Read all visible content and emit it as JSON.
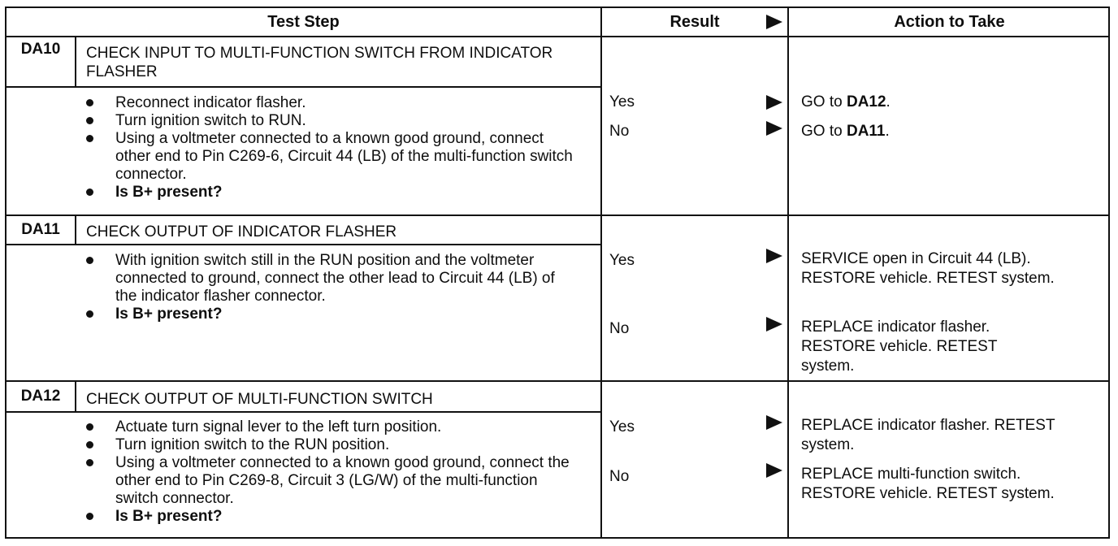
{
  "header": {
    "test_step": "Test Step",
    "result": "Result",
    "action": "Action to Take"
  },
  "steps": [
    {
      "id": "DA10",
      "title": "CHECK INPUT TO MULTI-FUNCTION SWITCH FROM INDICATOR FLASHER",
      "bullets": [
        "Reconnect indicator flasher.",
        "Turn ignition switch to RUN.",
        "Using a voltmeter connected to a known good ground, connect other end to Pin C269-6, Circuit 44 (LB) of the multi-function switch connector.",
        "Is B+ present?"
      ],
      "results": [
        {
          "label": "Yes",
          "action_prefix": "GO to ",
          "action_bold": "DA12",
          "action_suffix": "."
        },
        {
          "label": "No",
          "action_prefix": "GO to ",
          "action_bold": "DA11",
          "action_suffix": "."
        }
      ]
    },
    {
      "id": "DA11",
      "title": "CHECK OUTPUT OF INDICATOR FLASHER",
      "bullets": [
        "With ignition switch still in the RUN position and the voltmeter connected to ground, connect the other lead to Circuit 44 (LB) of the indicator flasher connector.",
        "Is B+ present?"
      ],
      "results": [
        {
          "label": "Yes",
          "action": "SERVICE open in Circuit 44 (LB). RESTORE vehicle. RETEST system."
        },
        {
          "label": "No",
          "action": "REPLACE indicator flasher. RESTORE vehicle. RETEST system."
        }
      ]
    },
    {
      "id": "DA12",
      "title": "CHECK OUTPUT OF MULTI-FUNCTION SWITCH",
      "bullets": [
        "Actuate turn signal lever to the left turn position.",
        "Turn ignition switch to the RUN position.",
        "Using a voltmeter connected to a known good ground, connect the other end to Pin C269-8, Circuit 3 (LG/W) of the multi-function switch connector.",
        "Is B+ present?"
      ],
      "results": [
        {
          "label": "Yes",
          "action": "REPLACE indicator flasher. RETEST system."
        },
        {
          "label": "No",
          "action": "REPLACE multi-function switch. RESTORE vehicle. RETEST system."
        }
      ]
    }
  ]
}
